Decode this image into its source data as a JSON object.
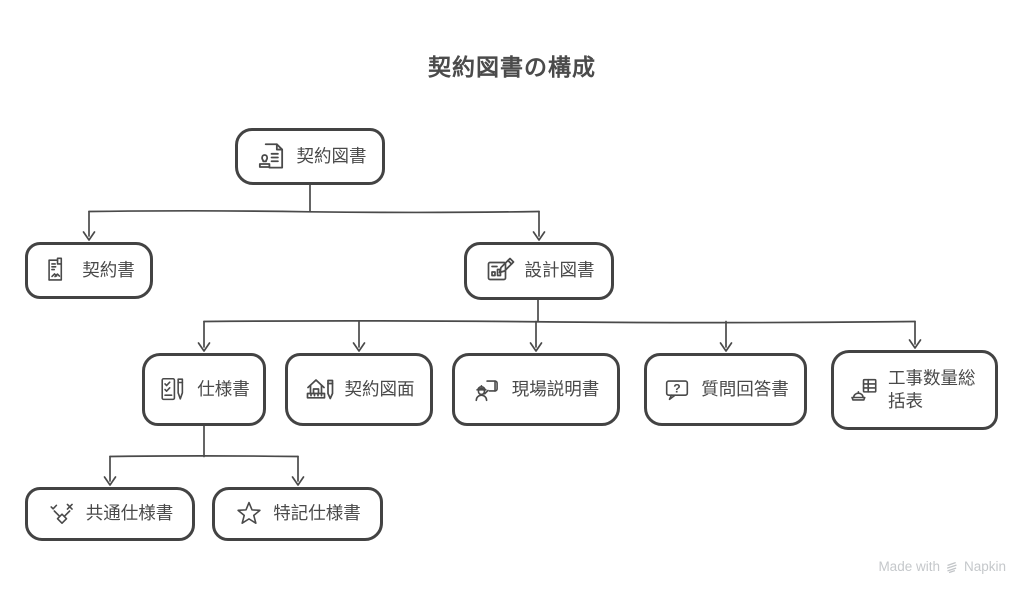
{
  "title": "契約図書の構成",
  "nodes": {
    "contract_documents": {
      "label": "契約図書",
      "icon": "stamp-document-icon"
    },
    "contract": {
      "label": "契約書",
      "icon": "contract-handshake-icon"
    },
    "design_documents": {
      "label": "設計図書",
      "icon": "blueprint-pencil-icon"
    },
    "specifications": {
      "label": "仕様書",
      "icon": "checklist-pen-icon"
    },
    "contract_drawings": {
      "label": "契約図面",
      "icon": "house-drafting-icon"
    },
    "site_briefing": {
      "label": "現場説明書",
      "icon": "worker-presenting-icon"
    },
    "question_answer": {
      "label": "質問回答書",
      "icon": "question-bubble-icon"
    },
    "quantity_summary": {
      "label": "工事数量総括表",
      "icon": "helmet-table-icon"
    },
    "common_specs": {
      "label": "共通仕様書",
      "icon": "branch-check-icon"
    },
    "special_specs": {
      "label": "特記仕様書",
      "icon": "star-icon"
    }
  },
  "edges": [
    {
      "from": "contract_documents",
      "to": "contract"
    },
    {
      "from": "contract_documents",
      "to": "design_documents"
    },
    {
      "from": "design_documents",
      "to": "specifications"
    },
    {
      "from": "design_documents",
      "to": "contract_drawings"
    },
    {
      "from": "design_documents",
      "to": "site_briefing"
    },
    {
      "from": "design_documents",
      "to": "question_answer"
    },
    {
      "from": "design_documents",
      "to": "quantity_summary"
    },
    {
      "from": "specifications",
      "to": "common_specs"
    },
    {
      "from": "specifications",
      "to": "special_specs"
    }
  ],
  "question_mark": "?",
  "watermark": {
    "prefix": "Made with",
    "brand": "Napkin"
  },
  "colors": {
    "node_border": "#434343",
    "text": "#494949",
    "connector": "#4a4a4a",
    "background": "#ffffff",
    "watermark": "#c5c8cb"
  }
}
